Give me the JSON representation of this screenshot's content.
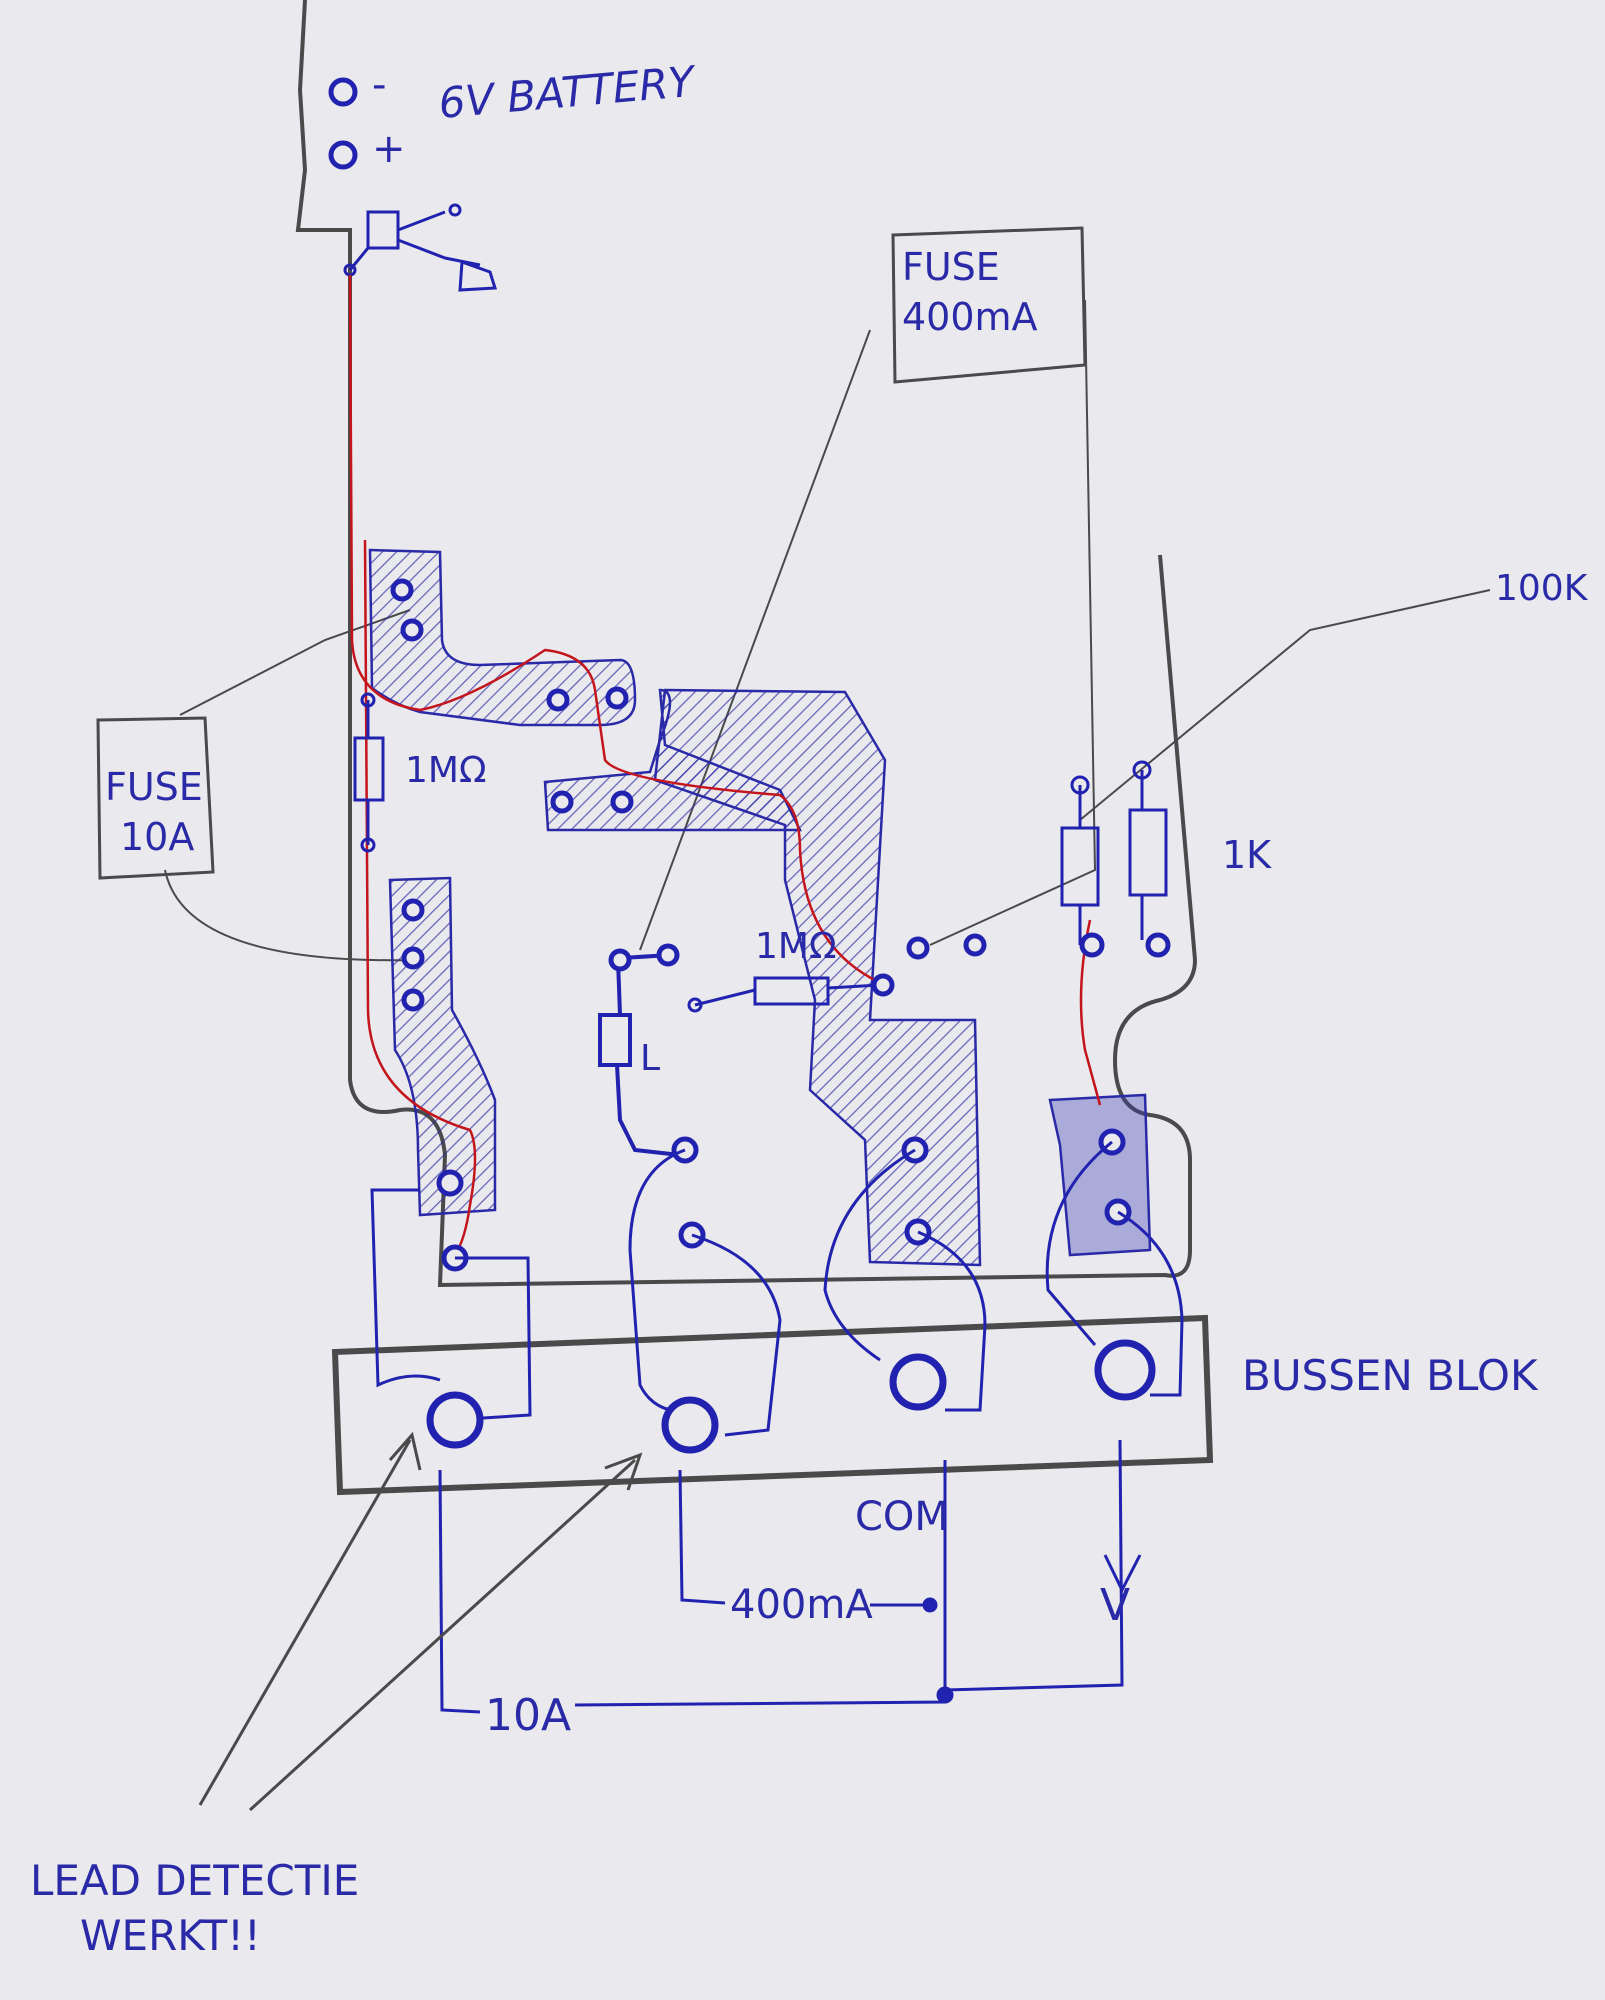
{
  "battery": {
    "minus": "-",
    "plus": "+",
    "label": "6V BATTERY"
  },
  "fuse_top": {
    "line1": "FUSE",
    "line2": "400mA"
  },
  "fuse_left": {
    "line1": "FUSE",
    "line2": "10A"
  },
  "resistors": {
    "r_left": "1MΩ",
    "r_mid": "1MΩ",
    "r_100k": "100K",
    "r_1k": "1K"
  },
  "inductor": "L",
  "bus_block": "BUSSEN BLOK",
  "terminals": {
    "com": "COM",
    "v": "V",
    "ma": "400mA",
    "a10": "10A"
  },
  "note": {
    "line1": "LEAD DETECTIE",
    "line2": "WERKT!!"
  },
  "colors": {
    "ink": "#2222b0",
    "pencil": "#4a4a4a",
    "trace": "#c4141c",
    "paper": "#e9e9ee"
  }
}
